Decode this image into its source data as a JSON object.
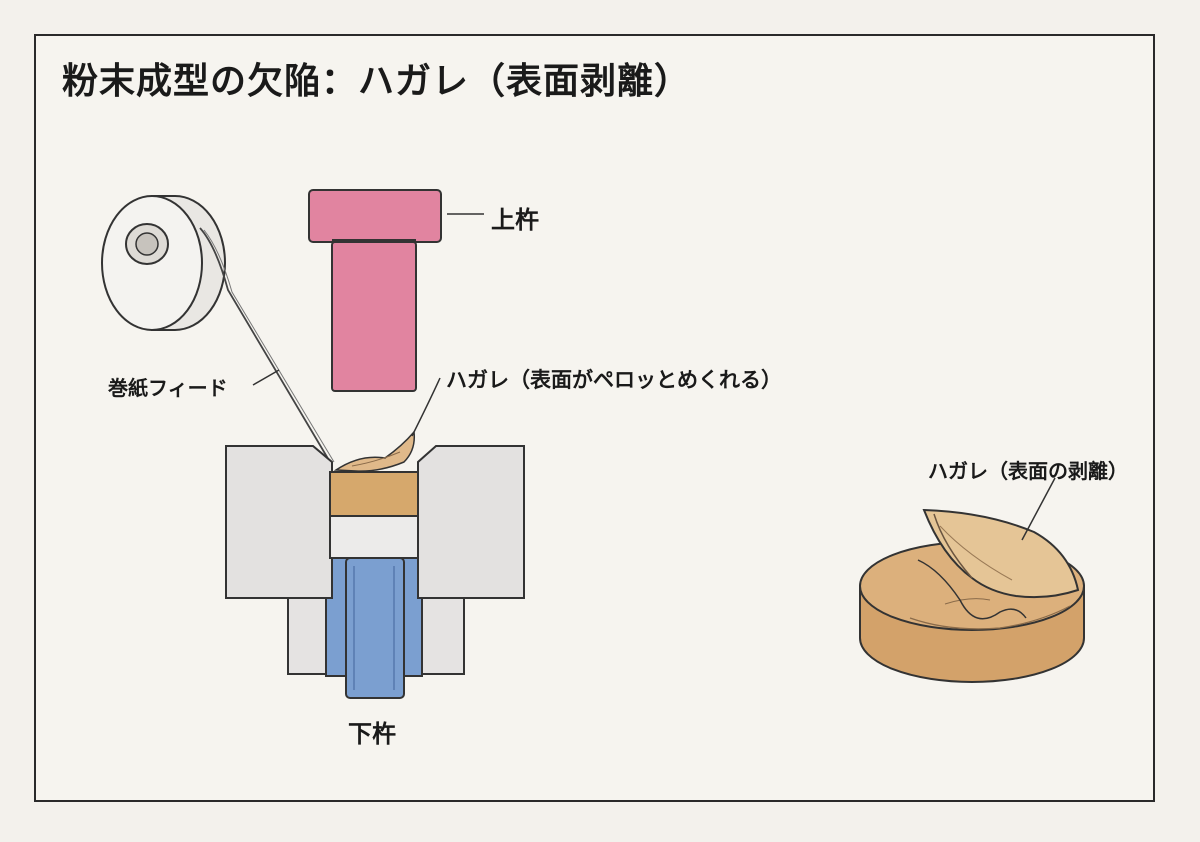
{
  "title": "粉末成型の欠陥：ハガレ（表面剥離）",
  "labels": {
    "upper_punch": "上杵",
    "lower_punch": "下杵",
    "paper_feed": "巻紙フィード",
    "peel_press": "ハガレ（表面がペロッとめくれる）",
    "peel_part": "ハガレ（表面の剥離）"
  },
  "colors": {
    "upper_punch": "#e184a0",
    "lower_punch": "#7b9fd0",
    "die": "#e3e1e0",
    "powder": "#d6a86c",
    "outline": "#333333"
  }
}
